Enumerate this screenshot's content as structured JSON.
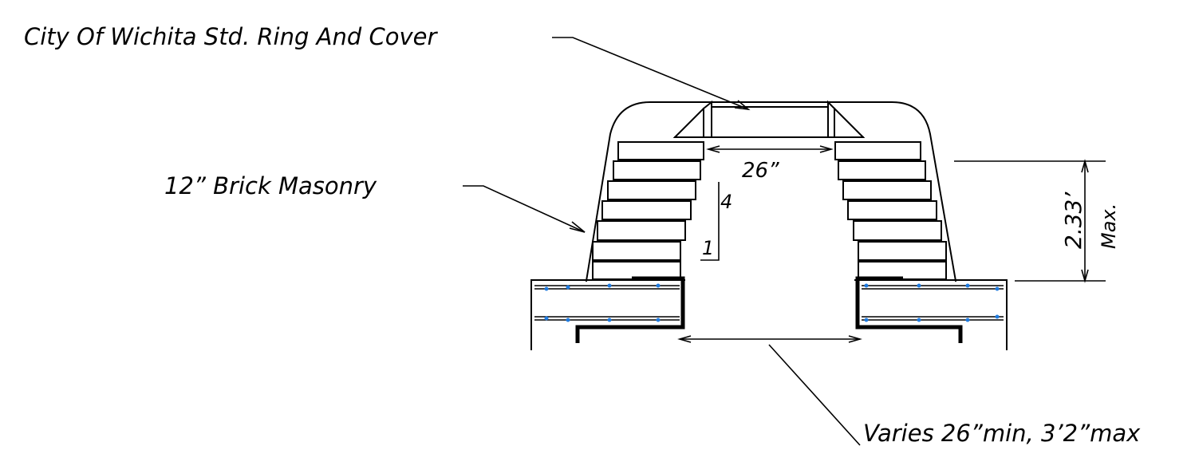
{
  "labels": {
    "ring_cover": "City Of Wichita Std. Ring And Cover",
    "brick": "12” Brick Masonry",
    "opening_width": "26”",
    "slope_rise": "4",
    "slope_run": "1",
    "height": "2.33’",
    "height_qualifier": "Max.",
    "varies": "Varies 26”min, 3’2”max"
  },
  "colors": {
    "lines": "#000000",
    "rebar_dots": "#1f7be0",
    "background": "#ffffff"
  }
}
